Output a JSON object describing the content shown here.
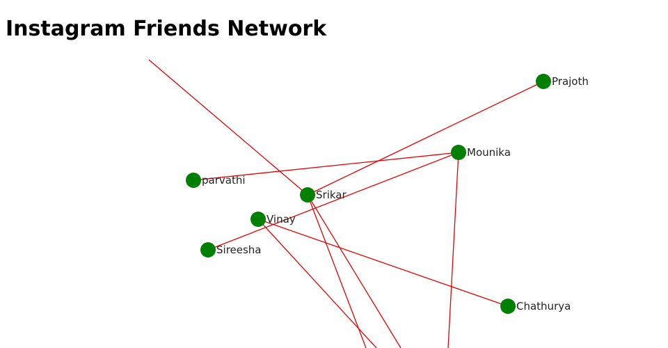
{
  "title": "Instagram Friends Network",
  "colors": {
    "node": "#008000",
    "edge": "#e60000",
    "label": "#222222"
  },
  "nodes": [
    {
      "id": "prajoth",
      "label": "Prajoth"
    },
    {
      "id": "mounika",
      "label": "Mounika"
    },
    {
      "id": "parvathi",
      "label": "parvathi"
    },
    {
      "id": "srikar",
      "label": "Srikar"
    },
    {
      "id": "vinay",
      "label": "Vinay"
    },
    {
      "id": "sireesha",
      "label": "Sireesha"
    },
    {
      "id": "chathurya",
      "label": "Chathurya"
    }
  ],
  "edges": [
    {
      "source": "srikar",
      "target": "offscreen-top"
    },
    {
      "source": "srikar",
      "target": "prajoth"
    },
    {
      "source": "mounika",
      "target": "parvathi"
    },
    {
      "source": "mounika",
      "target": "sireesha"
    },
    {
      "source": "vinay",
      "target": "chathurya"
    },
    {
      "source": "srikar",
      "target": "offscreen-bottom-a"
    },
    {
      "source": "srikar",
      "target": "offscreen-bottom-b"
    },
    {
      "source": "vinay",
      "target": "offscreen-bottom-c"
    },
    {
      "source": "mounika",
      "target": "offscreen-bottom-d"
    }
  ]
}
